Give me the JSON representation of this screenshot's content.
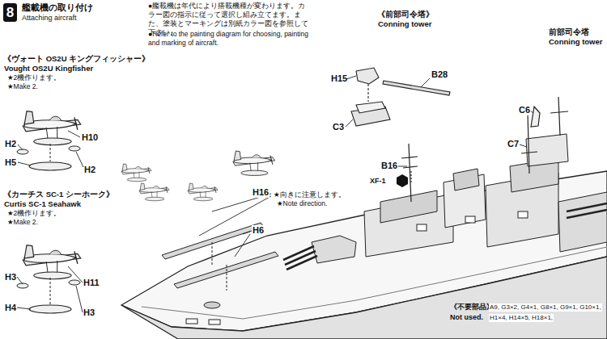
{
  "diagram": {
    "title": "艦載機の取り付け",
    "nodes": [
      {
        "text": [
          "8"
        ]
      }
    ],
    "labels": [
      "Attaching aircraft",
      "●艦載機は年代により搭載機種が変わります。カラー図の指示に従って選択し組み立てます。また、塗装とマーキングは別紙カラー図を参照して下さい。",
      "●Refer to the painting diagram for choosing, painting and marking of aircraft.",
      "《ヴォート OS2U キングフィッシャー》",
      "Vought OS2U Kingfisher",
      "★2機作ります。",
      "★Make 2.",
      "H2",
      "H10",
      "H5",
      "H2",
      "《カーチス SC-1 シーホーク》",
      "Curtis SC-1 Seahawk",
      "★2機作ります。",
      "★Make 2.",
      "H3",
      "H11",
      "H4",
      "H3",
      "H16",
      "★向きに注意します。",
      "★Note direction.",
      "H6",
      "《前部司令塔》",
      "Conning tower",
      "H15",
      "B28",
      "C3",
      "前部司令塔",
      "Conning tower",
      "C6",
      "C7",
      "B16",
      "XF-1",
      "《不要部品》",
      "Not used.",
      "A9, G3×2, G4×1, G8×1, G9×1, G10×1,",
      "H1×4, H14×5, H18×1,"
    ]
  }
}
